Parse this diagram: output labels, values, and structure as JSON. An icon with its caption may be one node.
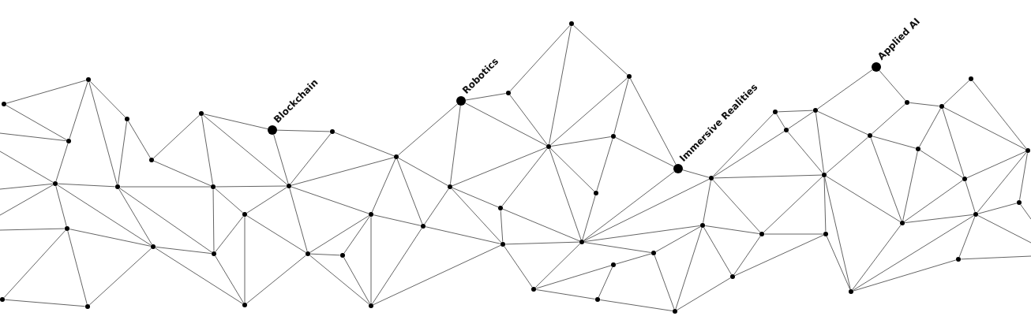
{
  "diagram": {
    "nodes": [
      {
        "text": [],
        "shape": "circle"
      },
      {
        "text": [],
        "shape": "circle"
      },
      {
        "text": [],
        "shape": "circle"
      },
      {
        "text": [],
        "shape": "circle"
      },
      {
        "text": [],
        "shape": "circle"
      },
      {
        "text": [],
        "shape": "circle"
      },
      {
        "text": [],
        "shape": "circle"
      },
      {
        "text": [],
        "shape": "circle"
      },
      {
        "text": [],
        "shape": "circle"
      },
      {
        "text": [],
        "shape": "circle"
      },
      {
        "text": [],
        "shape": "circle"
      },
      {
        "text": [],
        "shape": "circle"
      },
      {
        "text": [],
        "shape": "circle"
      },
      {
        "text": [],
        "shape": "circle"
      },
      {
        "text": [],
        "shape": "circle"
      },
      {
        "text": [],
        "shape": "circle"
      },
      {
        "text": [],
        "shape": "circle",
        "beside": [
          "Blockchain"
        ]
      },
      {
        "text": [],
        "shape": "circle"
      },
      {
        "text": [],
        "shape": "circle"
      },
      {
        "text": [],
        "shape": "circle"
      },
      {
        "text": [],
        "shape": "circle"
      },
      {
        "text": [],
        "shape": "circle"
      },
      {
        "text": [],
        "shape": "circle"
      },
      {
        "text": [],
        "shape": "circle"
      },
      {
        "text": [],
        "shape": "circle"
      },
      {
        "text": [],
        "shape": "circle"
      },
      {
        "text": [],
        "shape": "circle",
        "beside": [
          "Robotics"
        ]
      },
      {
        "text": [],
        "shape": "circle"
      },
      {
        "text": [],
        "shape": "circle"
      },
      {
        "text": [],
        "shape": "circle"
      },
      {
        "text": [],
        "shape": "circle"
      },
      {
        "text": [],
        "shape": "circle"
      },
      {
        "text": [],
        "shape": "circle"
      },
      {
        "text": [],
        "shape": "circle"
      },
      {
        "text": [],
        "shape": "circle"
      },
      {
        "text": [],
        "shape": "circle"
      },
      {
        "text": [],
        "shape": "circle"
      },
      {
        "text": [],
        "shape": "circle"
      },
      {
        "text": [],
        "shape": "circle"
      },
      {
        "text": [],
        "shape": "circle"
      },
      {
        "text": [],
        "shape": "circle"
      },
      {
        "text": [],
        "shape": "circle",
        "beside": [
          "Immersive Realities"
        ]
      },
      {
        "text": [],
        "shape": "circle"
      },
      {
        "text": [],
        "shape": "circle"
      },
      {
        "text": [],
        "shape": "circle"
      },
      {
        "text": [],
        "shape": "circle"
      },
      {
        "text": [],
        "shape": "circle"
      },
      {
        "text": [],
        "shape": "circle"
      },
      {
        "text": [],
        "shape": "circle"
      },
      {
        "text": [],
        "shape": "circle"
      },
      {
        "text": [],
        "shape": "circle"
      },
      {
        "text": [],
        "shape": "circle"
      },
      {
        "text": [],
        "shape": "circle"
      },
      {
        "text": [],
        "shape": "circle",
        "beside": [
          "Applied AI"
        ]
      },
      {
        "text": [],
        "shape": "circle"
      },
      {
        "text": [],
        "shape": "circle"
      },
      {
        "text": [],
        "shape": "circle"
      },
      {
        "text": [],
        "shape": "circle"
      },
      {
        "text": [],
        "shape": "circle"
      },
      {
        "text": [],
        "shape": "circle"
      },
      {
        "text": [],
        "shape": "circle"
      },
      {
        "text": [],
        "shape": "circle"
      },
      {
        "text": [],
        "shape": "circle"
      },
      {
        "text": [],
        "shape": "circle"
      }
    ],
    "edges": [
      {
        "from": null,
        "to": 4,
        "arrow": "none"
      },
      {
        "from": null,
        "to": 2,
        "arrow": "none"
      },
      {
        "from": null,
        "to": 2,
        "arrow": "none"
      },
      {
        "from": null,
        "to": 2,
        "arrow": "none"
      },
      {
        "from": null,
        "to": 3,
        "arrow": "none"
      },
      {
        "from": 1,
        "to": 6,
        "arrow": "none"
      },
      {
        "from": 1,
        "to": 4,
        "arrow": "none"
      },
      {
        "from": 6,
        "to": 4,
        "arrow": "none"
      },
      {
        "from": 6,
        "to": 7,
        "arrow": "none"
      },
      {
        "from": 6,
        "to": 8,
        "arrow": "none"
      },
      {
        "from": 8,
        "to": 7,
        "arrow": "none"
      },
      {
        "from": 8,
        "to": 9,
        "arrow": "none"
      },
      {
        "from": 9,
        "to": 11,
        "arrow": "none"
      },
      {
        "from": 9,
        "to": 12,
        "arrow": "none"
      },
      {
        "from": 4,
        "to": 2,
        "arrow": "none"
      },
      {
        "from": 2,
        "to": 7,
        "arrow": "none"
      },
      {
        "from": 2,
        "to": 3,
        "arrow": "none"
      },
      {
        "from": 2,
        "to": 10,
        "arrow": "none"
      },
      {
        "from": 7,
        "to": 10,
        "arrow": "none"
      },
      {
        "from": 7,
        "to": 12,
        "arrow": "none"
      },
      {
        "from": 7,
        "to": 13,
        "arrow": "none"
      },
      {
        "from": 3,
        "to": 10,
        "arrow": "none"
      },
      {
        "from": 3,
        "to": 0,
        "arrow": "none"
      },
      {
        "from": 3,
        "to": 5,
        "arrow": "none"
      },
      {
        "from": 0,
        "to": 5,
        "arrow": "none"
      },
      {
        "from": 5,
        "to": 10,
        "arrow": "none"
      },
      {
        "from": 10,
        "to": 13,
        "arrow": "none"
      },
      {
        "from": 10,
        "to": 15,
        "arrow": "none"
      },
      {
        "from": 11,
        "to": 16,
        "arrow": "none"
      },
      {
        "from": 11,
        "to": 12,
        "arrow": "none"
      },
      {
        "from": 11,
        "to": 17,
        "arrow": "none"
      },
      {
        "from": 16,
        "to": 19,
        "arrow": "none"
      },
      {
        "from": 16,
        "to": 17,
        "arrow": "none"
      },
      {
        "from": 19,
        "to": 17,
        "arrow": "none"
      },
      {
        "from": 12,
        "to": 17,
        "arrow": "none"
      },
      {
        "from": 12,
        "to": 14,
        "arrow": "none"
      },
      {
        "from": 12,
        "to": 13,
        "arrow": "none"
      },
      {
        "from": 14,
        "to": 17,
        "arrow": "none"
      },
      {
        "from": 14,
        "to": 13,
        "arrow": "none"
      },
      {
        "from": 14,
        "to": 15,
        "arrow": "none"
      },
      {
        "from": 14,
        "to": 18,
        "arrow": "none"
      },
      {
        "from": 17,
        "to": 18,
        "arrow": "none"
      },
      {
        "from": 17,
        "to": 23,
        "arrow": "none"
      },
      {
        "from": 17,
        "to": 21,
        "arrow": "none"
      },
      {
        "from": 13,
        "to": 15,
        "arrow": "none"
      },
      {
        "from": 18,
        "to": 15,
        "arrow": "none"
      },
      {
        "from": 18,
        "to": 20,
        "arrow": "none"
      },
      {
        "from": 18,
        "to": 21,
        "arrow": "none"
      },
      {
        "from": 18,
        "to": 22,
        "arrow": "none"
      },
      {
        "from": 20,
        "to": 22,
        "arrow": "none"
      },
      {
        "from": 20,
        "to": 21,
        "arrow": "none"
      },
      {
        "from": 19,
        "to": 23,
        "arrow": "none"
      },
      {
        "from": 23,
        "to": 26,
        "arrow": "none"
      },
      {
        "from": 23,
        "to": 21,
        "arrow": "none"
      },
      {
        "from": 23,
        "to": 24,
        "arrow": "none"
      },
      {
        "from": 23,
        "to": 25,
        "arrow": "none"
      },
      {
        "from": 21,
        "to": 22,
        "arrow": "none"
      },
      {
        "from": 21,
        "to": 24,
        "arrow": "none"
      },
      {
        "from": 24,
        "to": 25,
        "arrow": "none"
      },
      {
        "from": 24,
        "to": 28,
        "arrow": "none"
      },
      {
        "from": 24,
        "to": 22,
        "arrow": "none"
      },
      {
        "from": 22,
        "to": 28,
        "arrow": "none"
      },
      {
        "from": 25,
        "to": 26,
        "arrow": "none"
      },
      {
        "from": 25,
        "to": 27,
        "arrow": "none"
      },
      {
        "from": 25,
        "to": 28,
        "arrow": "none"
      },
      {
        "from": 26,
        "to": 29,
        "arrow": "none"
      },
      {
        "from": 26,
        "to": 31,
        "arrow": "none"
      },
      {
        "from": 25,
        "to": 31,
        "arrow": "none"
      },
      {
        "from": 27,
        "to": 28,
        "arrow": "none"
      },
      {
        "from": 27,
        "to": 31,
        "arrow": "none"
      },
      {
        "from": 27,
        "to": 33,
        "arrow": "none"
      },
      {
        "from": 28,
        "to": 33,
        "arrow": "none"
      },
      {
        "from": 28,
        "to": 30,
        "arrow": "none"
      },
      {
        "from": 29,
        "to": 32,
        "arrow": "none"
      },
      {
        "from": 29,
        "to": 31,
        "arrow": "none"
      },
      {
        "from": 32,
        "to": 31,
        "arrow": "none"
      },
      {
        "from": 32,
        "to": 38,
        "arrow": "none"
      },
      {
        "from": 38,
        "to": 31,
        "arrow": "none"
      },
      {
        "from": 38,
        "to": 36,
        "arrow": "none"
      },
      {
        "from": 38,
        "to": 41,
        "arrow": "none"
      },
      {
        "from": 31,
        "to": 36,
        "arrow": "none"
      },
      {
        "from": 31,
        "to": 34,
        "arrow": "none"
      },
      {
        "from": 31,
        "to": 33,
        "arrow": "none"
      },
      {
        "from": 36,
        "to": 41,
        "arrow": "none"
      },
      {
        "from": 36,
        "to": 34,
        "arrow": "none"
      },
      {
        "from": 34,
        "to": 33,
        "arrow": "none"
      },
      {
        "from": 41,
        "to": 33,
        "arrow": "none"
      },
      {
        "from": 33,
        "to": 43,
        "arrow": "none"
      },
      {
        "from": 33,
        "to": 42,
        "arrow": "none"
      },
      {
        "from": 33,
        "to": 39,
        "arrow": "none"
      },
      {
        "from": 33,
        "to": 30,
        "arrow": "none"
      },
      {
        "from": 30,
        "to": 37,
        "arrow": "none"
      },
      {
        "from": 30,
        "to": 35,
        "arrow": "none"
      },
      {
        "from": 37,
        "to": 39,
        "arrow": "none"
      },
      {
        "from": 37,
        "to": 35,
        "arrow": "none"
      },
      {
        "from": 35,
        "to": 40,
        "arrow": "none"
      },
      {
        "from": 39,
        "to": 40,
        "arrow": "none"
      },
      {
        "from": 39,
        "to": 42,
        "arrow": "none"
      },
      {
        "from": 40,
        "to": 42,
        "arrow": "none"
      },
      {
        "from": 40,
        "to": 44,
        "arrow": "none"
      },
      {
        "from": 41,
        "to": 43,
        "arrow": "none"
      },
      {
        "from": 43,
        "to": 46,
        "arrow": "none"
      },
      {
        "from": 43,
        "to": 47,
        "arrow": "none"
      },
      {
        "from": 47,
        "to": 48,
        "arrow": "none"
      },
      {
        "from": 46,
        "to": 48,
        "arrow": "none"
      },
      {
        "from": 46,
        "to": 47,
        "arrow": "none"
      },
      {
        "from": 47,
        "to": 49,
        "arrow": "none"
      },
      {
        "from": 48,
        "to": 49,
        "arrow": "none"
      },
      {
        "from": 48,
        "to": 53,
        "arrow": "none"
      },
      {
        "from": 48,
        "to": 52,
        "arrow": "none"
      },
      {
        "from": 43,
        "to": 49,
        "arrow": "none"
      },
      {
        "from": 43,
        "to": 42,
        "arrow": "none"
      },
      {
        "from": 43,
        "to": 45,
        "arrow": "none"
      },
      {
        "from": 49,
        "to": 45,
        "arrow": "none"
      },
      {
        "from": 49,
        "to": 50,
        "arrow": "none"
      },
      {
        "from": 49,
        "to": 52,
        "arrow": "none"
      },
      {
        "from": 49,
        "to": 54,
        "arrow": "none"
      },
      {
        "from": 49,
        "to": 51,
        "arrow": "none"
      },
      {
        "from": 50,
        "to": 51,
        "arrow": "none"
      },
      {
        "from": 45,
        "to": 50,
        "arrow": "none"
      },
      {
        "from": 45,
        "to": 44,
        "arrow": "none"
      },
      {
        "from": 42,
        "to": 45,
        "arrow": "none"
      },
      {
        "from": 42,
        "to": 44,
        "arrow": "none"
      },
      {
        "from": 44,
        "to": 50,
        "arrow": "none"
      },
      {
        "from": 53,
        "to": 55,
        "arrow": "none"
      },
      {
        "from": 55,
        "to": 57,
        "arrow": "none"
      },
      {
        "from": 55,
        "to": 52,
        "arrow": "none"
      },
      {
        "from": 57,
        "to": 60,
        "arrow": "none"
      },
      {
        "from": 57,
        "to": 56,
        "arrow": "none"
      },
      {
        "from": 57,
        "to": 59,
        "arrow": "none"
      },
      {
        "from": 57,
        "to": 63,
        "arrow": "none"
      },
      {
        "from": 60,
        "to": 63,
        "arrow": "none"
      },
      {
        "from": 52,
        "to": 56,
        "arrow": "none"
      },
      {
        "from": 52,
        "to": 54,
        "arrow": "none"
      },
      {
        "from": 56,
        "to": 59,
        "arrow": "none"
      },
      {
        "from": 56,
        "to": 54,
        "arrow": "none"
      },
      {
        "from": 54,
        "to": 59,
        "arrow": "none"
      },
      {
        "from": 59,
        "to": 63,
        "arrow": "none"
      },
      {
        "from": 59,
        "to": 61,
        "arrow": "none"
      },
      {
        "from": 54,
        "to": 61,
        "arrow": "none"
      },
      {
        "from": 54,
        "to": 51,
        "arrow": "none"
      },
      {
        "from": 61,
        "to": 63,
        "arrow": "none"
      },
      {
        "from": 61,
        "to": 62,
        "arrow": "none"
      },
      {
        "from": 61,
        "to": 51,
        "arrow": "none"
      },
      {
        "from": 61,
        "to": 58,
        "arrow": "none"
      },
      {
        "from": 62,
        "to": 63,
        "arrow": "none"
      },
      {
        "from": 58,
        "to": 51,
        "arrow": "none"
      },
      {
        "from": 61,
        "to": null,
        "arrow": "none"
      },
      {
        "from": 62,
        "to": null,
        "arrow": "none"
      },
      {
        "from": 58,
        "to": null,
        "arrow": "none"
      }
    ]
  }
}
